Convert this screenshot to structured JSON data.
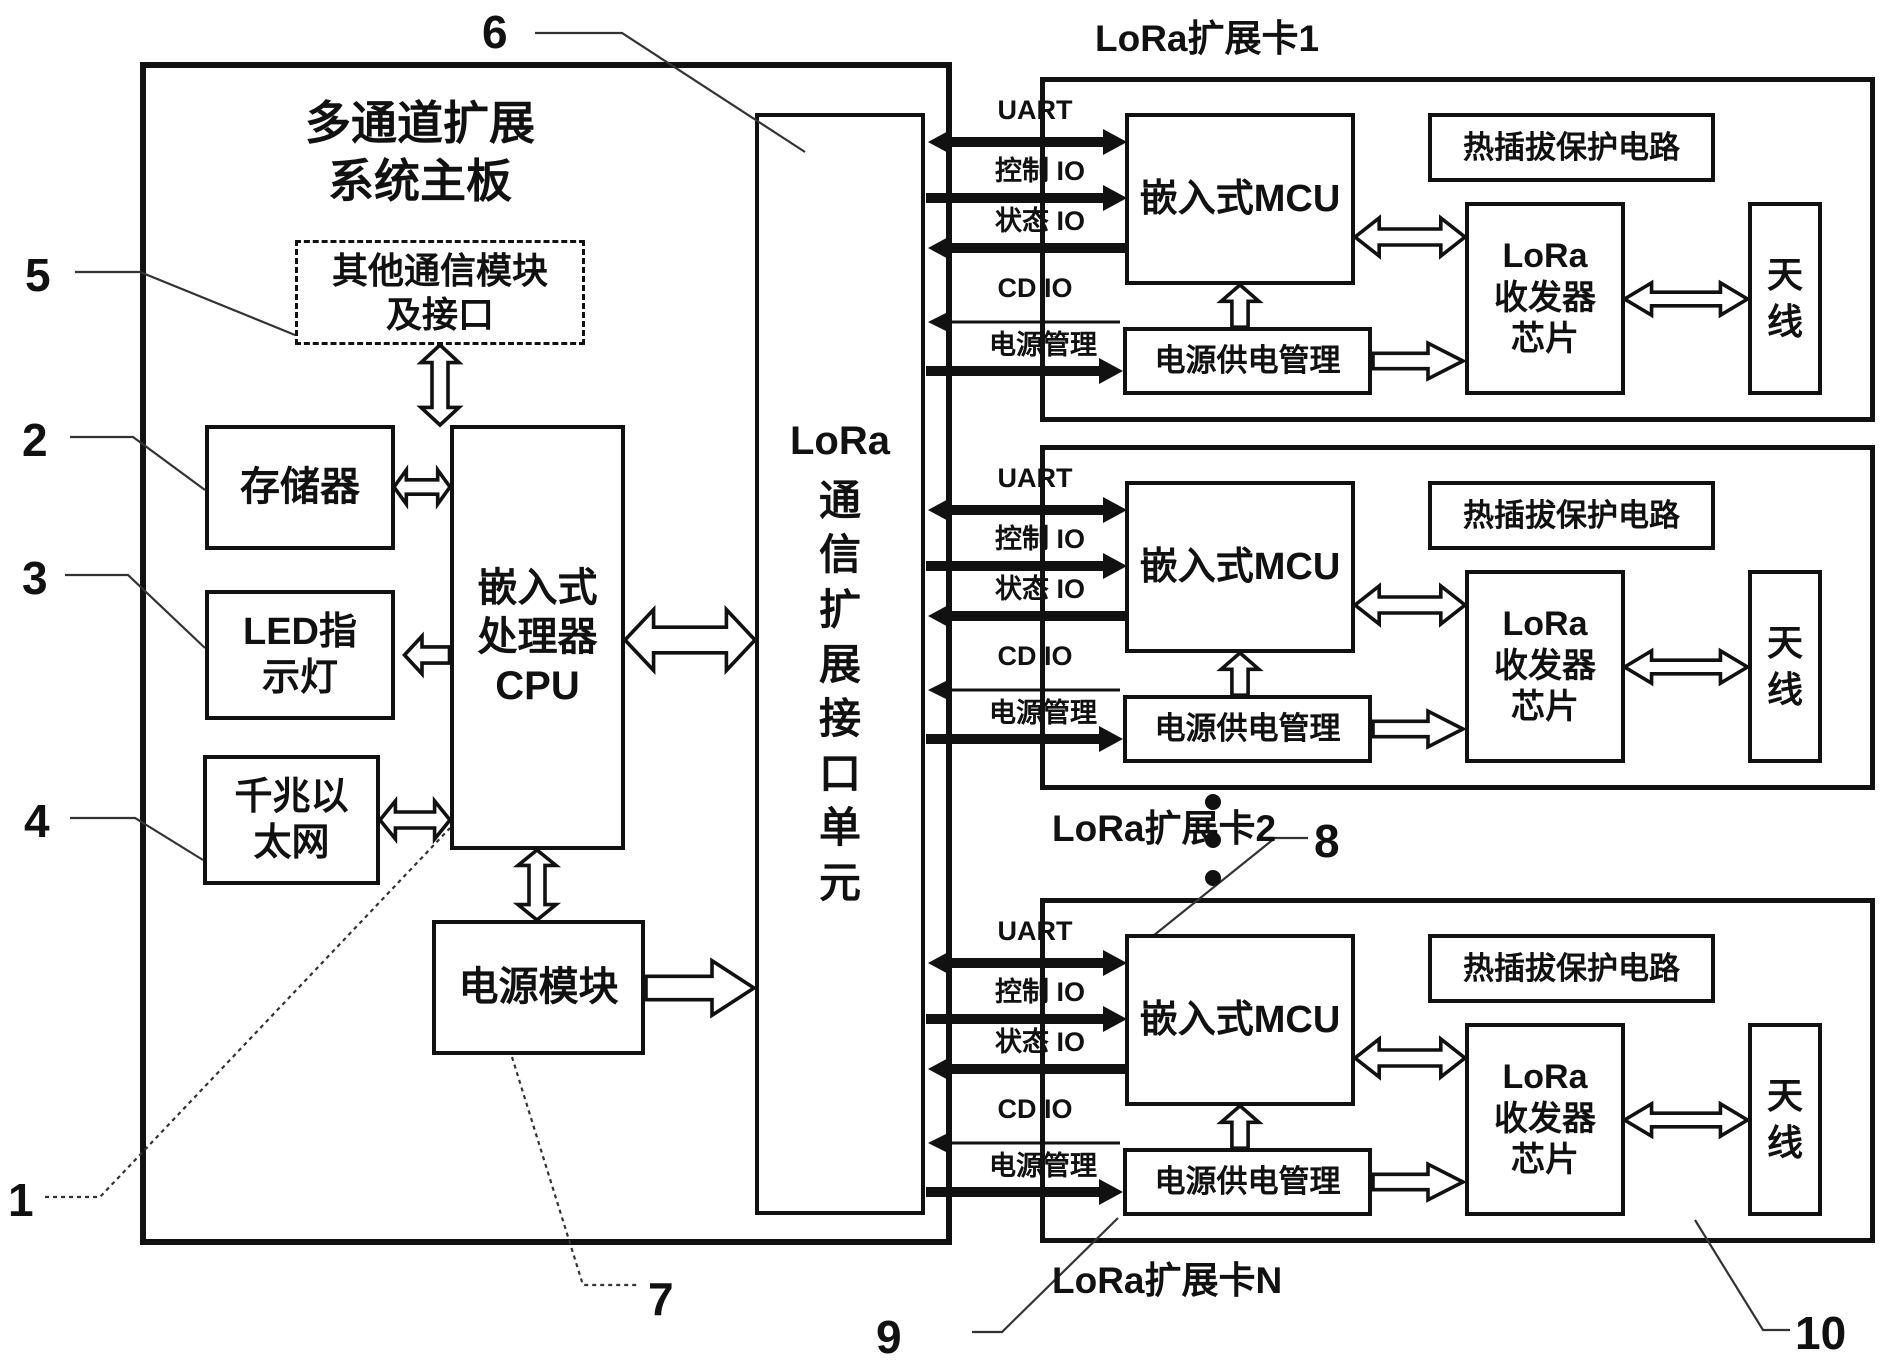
{
  "figure": {
    "type": "block-diagram",
    "description": "Multi-channel expansion system motherboard with LoRa expansion cards"
  },
  "labels": {
    "l1": "1",
    "l2": "2",
    "l3": "3",
    "l4": "4",
    "l5": "5",
    "l6": "6",
    "l7": "7",
    "l8": "8",
    "l9": "9",
    "l10": "10"
  },
  "main_board": {
    "title_line1": "多通道扩展",
    "title_line2": "系统主板",
    "other_module_line1": "其他通信模块",
    "other_module_line2": "及接口",
    "memory": "存储器",
    "led_line1": "LED指",
    "led_line2": "示灯",
    "ethernet_line1": "千兆以",
    "ethernet_line2": "太网",
    "cpu_line1": "嵌入式",
    "cpu_line2": "处理器",
    "cpu_line3": "CPU",
    "power_module": "电源模块"
  },
  "interface_unit": {
    "latin": "LoRa",
    "vertical": "通信扩展接口单元"
  },
  "signals": {
    "uart": "UART",
    "control": "控制 IO",
    "status": "状态 IO",
    "cd": "CD IO",
    "power": "电源管理"
  },
  "cards": [
    {
      "title": "LoRa扩展卡1",
      "mcu": "嵌入式MCU",
      "hotswap": "热插拔保护电路",
      "transceiver": [
        "LoRa",
        "收发器",
        "芯片"
      ],
      "antenna": "天线",
      "power_mgmt": "电源供电管理"
    },
    {
      "title": "LoRa扩展卡2",
      "mcu": "嵌入式MCU",
      "hotswap": "热插拔保护电路",
      "transceiver": [
        "LoRa",
        "收发器",
        "芯片"
      ],
      "antenna": "天线",
      "power_mgmt": "电源供电管理"
    },
    {
      "title": "LoRa扩展卡N",
      "mcu": "嵌入式MCU",
      "hotswap": "热插拔保护电路",
      "transceiver": [
        "LoRa",
        "收发器",
        "芯片"
      ],
      "antenna": "天线",
      "power_mgmt": "电源供电管理"
    }
  ]
}
